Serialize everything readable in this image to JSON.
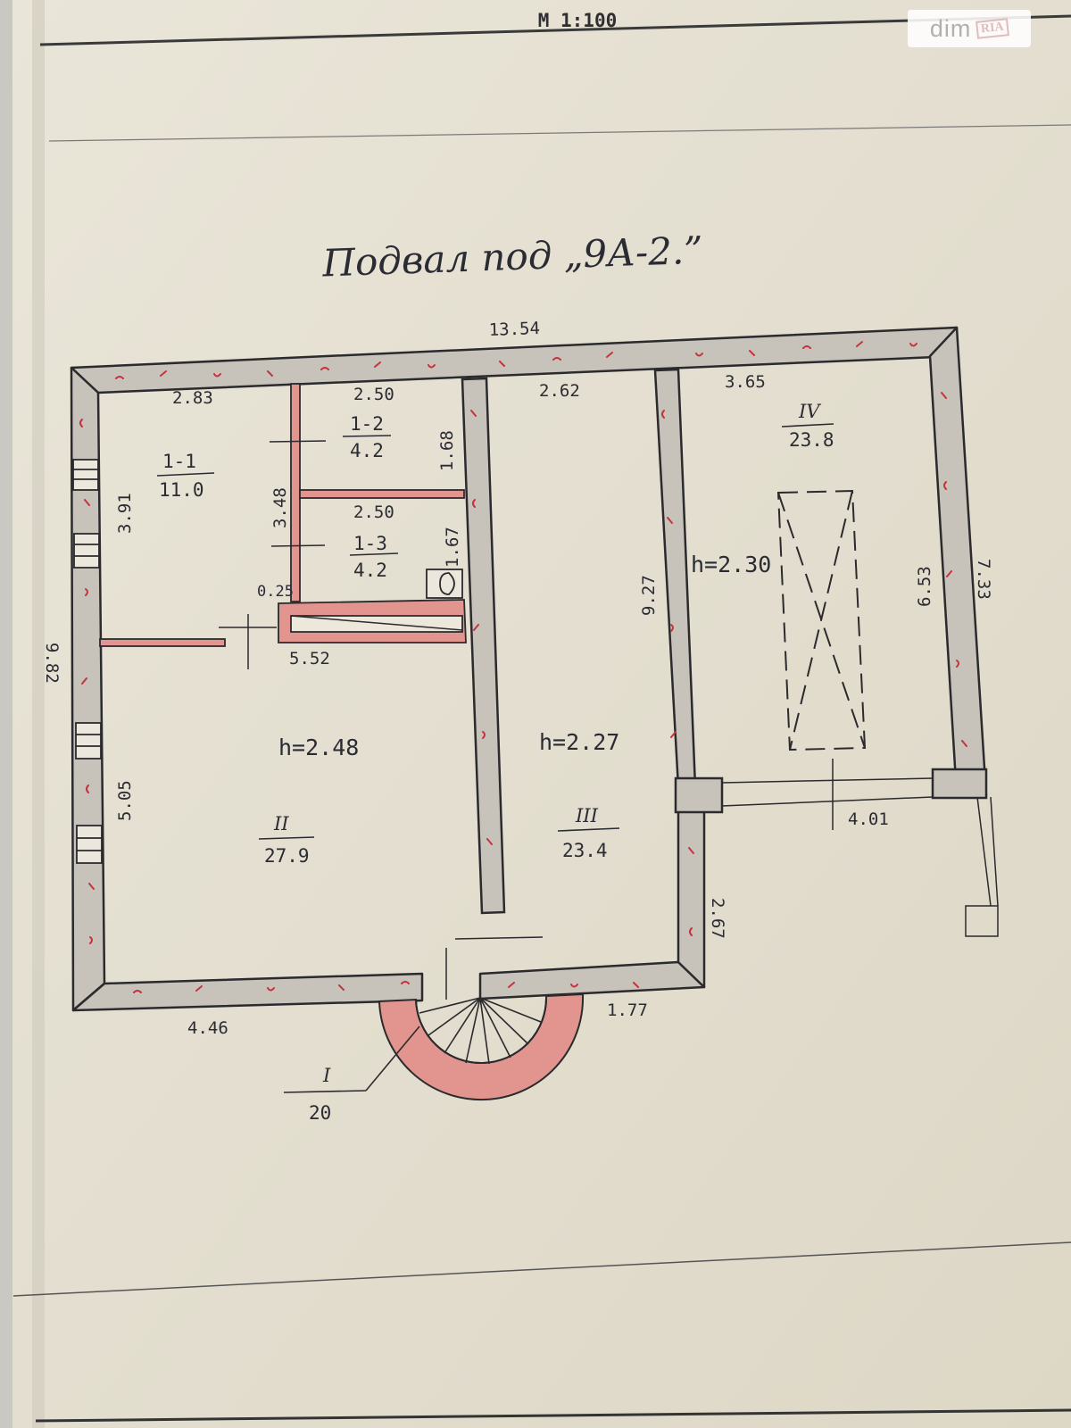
{
  "header": {
    "scale_label": "М 1:100"
  },
  "plan": {
    "title": "Подвал под „9А-2.”",
    "dimensions": {
      "overall_width": "13.54",
      "left_depth": "9.82",
      "room_1_1_width": "2.83",
      "room_1_2_width": "2.50",
      "room_1_3_width": "2.50",
      "room_3_width": "2.62",
      "room_4_width": "3.65",
      "room_1_1_depth": "3.91",
      "partition_height": "3.48",
      "room_1_2_depth": "1.68",
      "room_1_3_depth": "1.67",
      "partition_offset": "0.25",
      "corridor_width": "5.52",
      "room_2_depth": "5.05",
      "room_3_depth": "9.27",
      "room_4_inner_depth": "6.53",
      "room_4_outer_depth": "7.33",
      "room_4_bottom_width": "4.01",
      "step_depth": "2.67",
      "bottom_left_width": "4.46",
      "bottom_right_width": "1.77"
    },
    "rooms": [
      {
        "id": "1-1",
        "area": "11.0"
      },
      {
        "id": "1-2",
        "area": "4.2"
      },
      {
        "id": "1-3",
        "area": "4.2"
      },
      {
        "id": "II",
        "area": "27.9",
        "height": "h=2.48"
      },
      {
        "id": "III",
        "area": "23.4",
        "height": "h=2.27"
      },
      {
        "id": "IV",
        "area": "23.8",
        "height": "h=2.30"
      },
      {
        "id": "I",
        "area": "20"
      }
    ]
  },
  "watermark": {
    "brand": "dim",
    "badge": "RIA"
  },
  "colors": {
    "paper": "#e6e1d3",
    "wall_fill": "#c7c3ba",
    "wall_stroke": "#2b2a2d",
    "hatch": "#c4333f",
    "pink": "#e2958f",
    "ink": "#2a2b33"
  }
}
